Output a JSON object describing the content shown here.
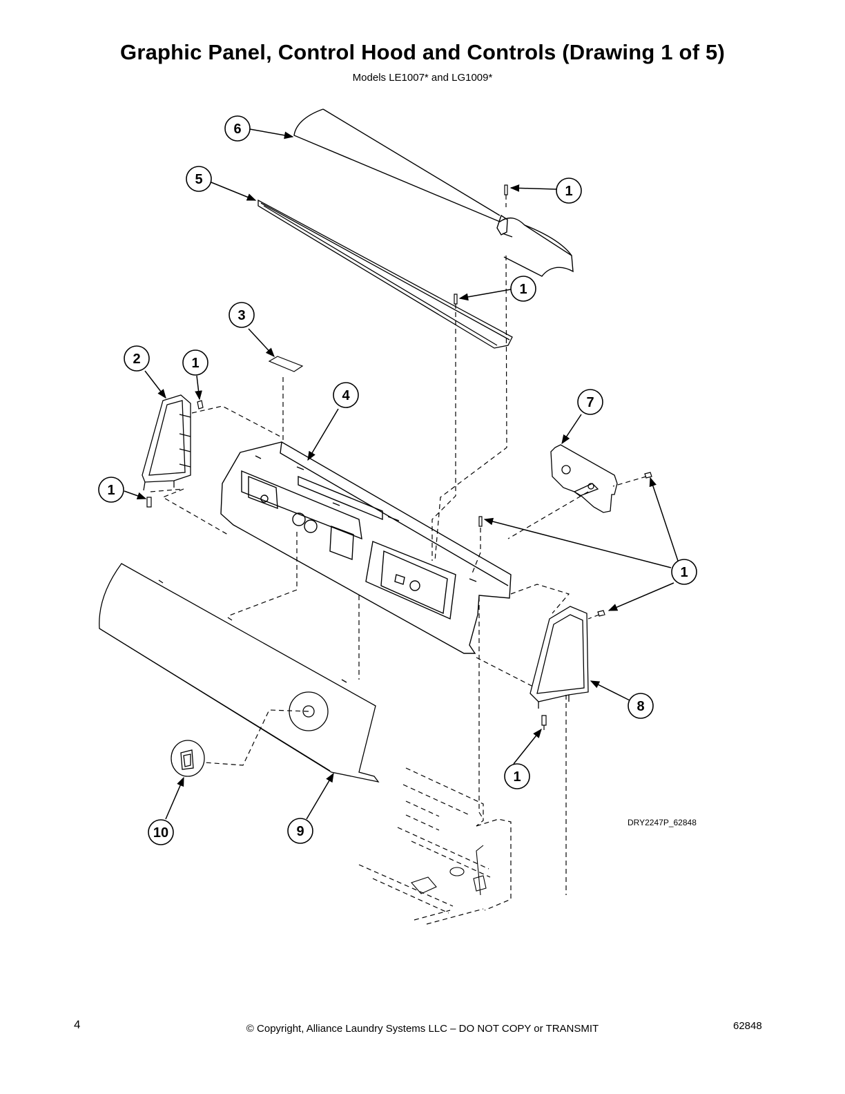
{
  "header": {
    "title": "Graphic Panel, Control Hood and Controls (Drawing 1 of 5)",
    "subtitle": "Models LE1007* and LG1009*"
  },
  "diagram": {
    "drawing_id": "DRY2247P_62848",
    "callouts": [
      "6",
      "5",
      "1",
      "1",
      "3",
      "2",
      "1",
      "4",
      "7",
      "1",
      "1",
      "8",
      "1",
      "9",
      "10"
    ]
  },
  "footer": {
    "page_number": "4",
    "copyright": "© Copyright, Alliance Laundry Systems LLC – DO NOT COPY or TRANSMIT",
    "document_number": "62848"
  }
}
